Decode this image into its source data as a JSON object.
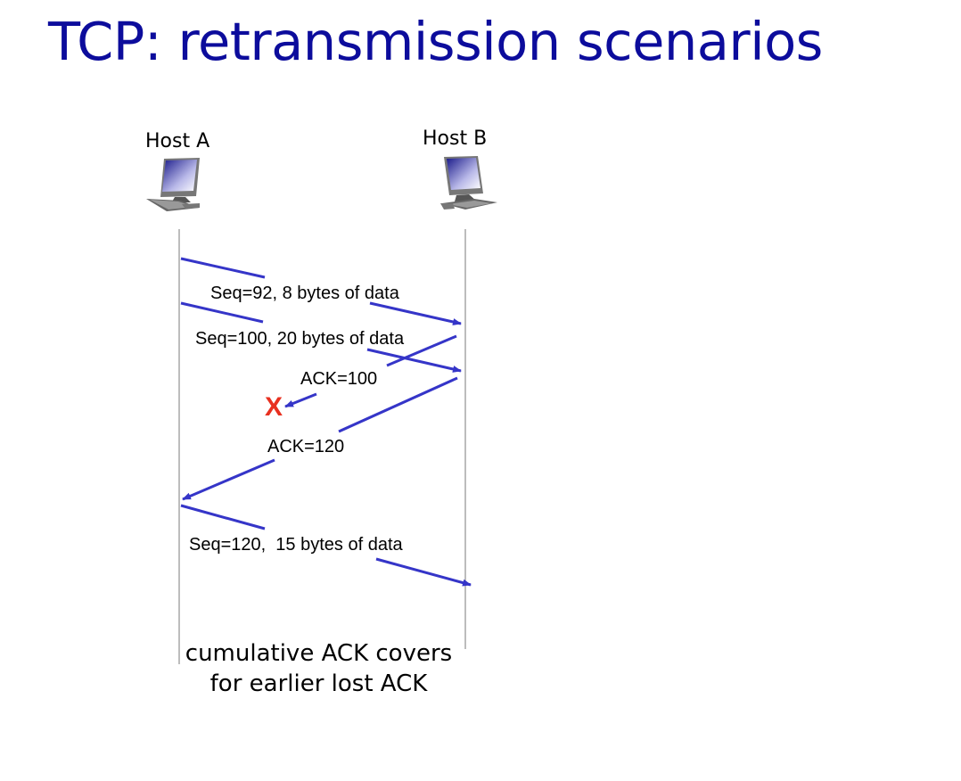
{
  "title": "TCP: retransmission scenarios",
  "hosts": {
    "a": {
      "label": "Host A",
      "icon": "desktop-computer-icon"
    },
    "b": {
      "label": "Host B",
      "icon": "desktop-computer-icon"
    }
  },
  "messages": [
    {
      "label": "Seq=92, 8 bytes of data",
      "from": "Host A",
      "to": "Host B",
      "status": "delivered"
    },
    {
      "label": "Seq=100, 20 bytes of data",
      "from": "Host A",
      "to": "Host B",
      "status": "delivered"
    },
    {
      "label": "ACK=100",
      "from": "Host B",
      "to": "Host A",
      "status": "lost"
    },
    {
      "label": "ACK=120",
      "from": "Host B",
      "to": "Host A",
      "status": "delivered"
    },
    {
      "label": "Seq=120,  15 bytes of data",
      "from": "Host A",
      "to": "Host B",
      "status": "delivered"
    }
  ],
  "loss_marker": {
    "glyph": "X",
    "color": "#e8301f"
  },
  "colors": {
    "title": "#0c0c9c",
    "arrow": "#3535c8",
    "timeline": "#999999"
  },
  "caption": {
    "line1": "cumulative ACK covers",
    "line2": "for earlier lost ACK"
  }
}
